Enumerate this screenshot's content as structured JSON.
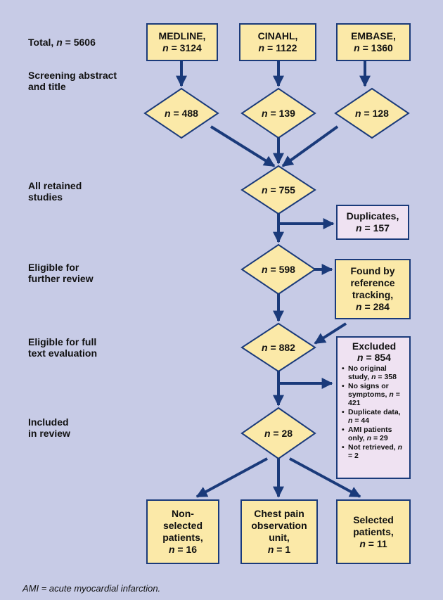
{
  "labels": {
    "total": {
      "text": "Total, ",
      "n": "n",
      "rest": " = 5606"
    },
    "screening": [
      "Screening abstract",
      "and title"
    ],
    "retained": [
      "All retained",
      "studies"
    ],
    "eligible_review": [
      "Eligible for",
      "further review"
    ],
    "eligible_full": [
      "Eligible for full",
      "text evaluation"
    ],
    "included": [
      "Included",
      "in review"
    ]
  },
  "sources": [
    {
      "name": "MEDLINE,",
      "count": " = 3124"
    },
    {
      "name": "CINAHL,",
      "count": " = 1122"
    },
    {
      "name": "EMBASE,",
      "count": " = 1360"
    }
  ],
  "screened": [
    " = 488",
    " = 139",
    " = 128"
  ],
  "retained": " = 755",
  "duplicates": {
    "title": "Duplicates,",
    "count": " = 157"
  },
  "eligible_review": " = 598",
  "reference": {
    "lines": [
      "Found by",
      "reference",
      "tracking,"
    ],
    "count": " = 284"
  },
  "eligible_full": " = 882",
  "excluded": {
    "title": "Excluded",
    "count": " = 854",
    "items": [
      {
        "text": "No original study, ",
        "count": " = 358"
      },
      {
        "text": "No signs or symptoms, ",
        "count": " = 421"
      },
      {
        "text": "Duplicate data, ",
        "count": " = 44"
      },
      {
        "text": "AMI patients only, ",
        "count": " = 29"
      },
      {
        "text": "Not retrieved, ",
        "count": " = 2"
      }
    ]
  },
  "included": " = 28",
  "outcomes": [
    {
      "lines": [
        "Non-",
        "selected",
        "patients,"
      ],
      "count": " = 16"
    },
    {
      "lines": [
        "Chest pain",
        "observation",
        "unit,"
      ],
      "count": " = 1"
    },
    {
      "lines": [
        "Selected",
        "patients,"
      ],
      "count": " = 11"
    }
  ],
  "n_symbol": "n",
  "footnote": "AMI = acute myocardial infarction.",
  "colors": {
    "background": "#c7cbe6",
    "box": "#fbe9a8",
    "pink": "#efe2f2",
    "stroke": "#1a3a7a"
  }
}
